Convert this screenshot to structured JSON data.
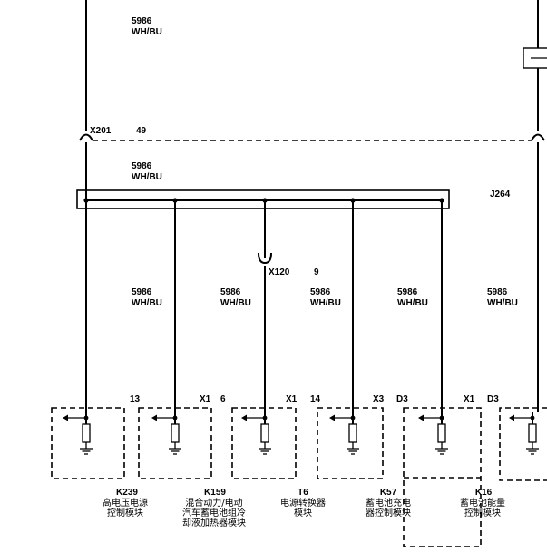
{
  "top_wire": {
    "code": "5986",
    "color": "WH/BU"
  },
  "mid_wire": {
    "code": "5986",
    "color": "WH/BU"
  },
  "x201": {
    "connector": "X201",
    "pin": "49"
  },
  "splice": {
    "name": "J264"
  },
  "x120": {
    "connector": "X120",
    "pin": "9"
  },
  "branches": [
    {
      "code": "5986",
      "color": "WH/BU",
      "pin": "13",
      "connector": "",
      "module": "K239",
      "desc": [
        "高电压电源",
        "控制模块"
      ]
    },
    {
      "code": "5986",
      "color": "WH/BU",
      "pin": "6",
      "connector": "X1",
      "module": "K159",
      "desc": [
        "混合动力/电动",
        "汽车蓄电池组冷",
        "却液加热器模块"
      ]
    },
    {
      "code": "5986",
      "color": "WH/BU",
      "pin": "14",
      "connector": "X1",
      "module": "T6",
      "desc": [
        "电源转换器",
        "模块"
      ]
    },
    {
      "code": "5986",
      "color": "WH/BU",
      "pin": "D3",
      "connector": "X3",
      "module": "K57",
      "desc": [
        "蓄电池充电",
        "器控制模块"
      ]
    },
    {
      "code": "5986",
      "color": "WH/BU",
      "pin": "D3",
      "connector": "X1",
      "module": "K16",
      "desc": [
        "蓄电池能量",
        "控制模块"
      ]
    }
  ]
}
